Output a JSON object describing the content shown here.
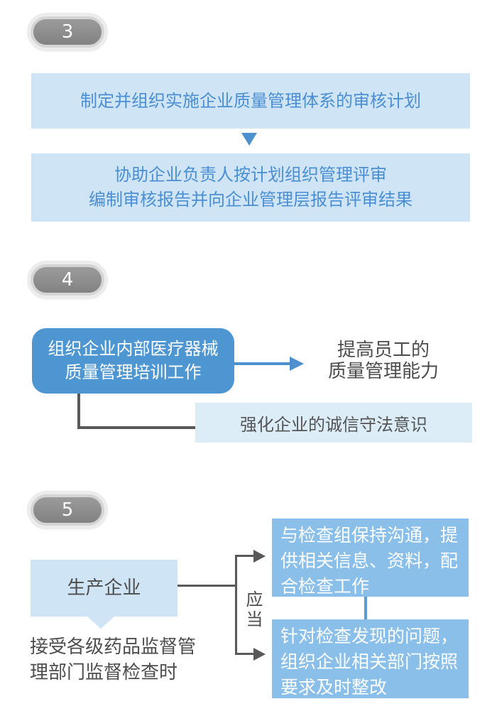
{
  "colors": {
    "page_bg": "#ffffff",
    "badge_fill": "#8a8a8a",
    "badge_ring": "#d5d5d5",
    "badge_text": "#ffffff",
    "light_box_bg": "#cfe4f5",
    "pale_box_bg": "#dcedf8",
    "solid_box_bg": "#4e96d2",
    "duty_box_bg": "#8abfea",
    "box_text_blue": "#4a8fd3",
    "dark_text": "#4d4d4d",
    "connector_gray": "#595959",
    "arrow_blue": "#4e8fd0",
    "blue_connector": "#5b9bd5"
  },
  "section3": {
    "badge": "3",
    "box1": "制定并组织实施企业质量管理体系的审核计划",
    "box2_lines": [
      "协助企业负责人按计划组织管理评审",
      "编制审核报告并向企业管理层报告评审结果"
    ]
  },
  "section4": {
    "badge": "4",
    "source_lines": [
      "组织企业内部医疗器械",
      "质量管理培训工作"
    ],
    "outcome1_lines": [
      "提高员工的",
      "质量管理能力"
    ],
    "outcome2": "强化企业的诚信守法意识"
  },
  "section5": {
    "badge": "5",
    "subject": "生产企业",
    "condition_lines": [
      "接受各级药品监督管",
      "理部门监督检查时"
    ],
    "modal": "应当",
    "duty1_lines": [
      "与检查组保持沟通，提",
      "供相关信息、资料，配",
      "合检查工作"
    ],
    "duty2_lines": [
      "针对检查发现的问题，",
      "组织企业相关部门按照",
      "要求及时整改"
    ]
  }
}
